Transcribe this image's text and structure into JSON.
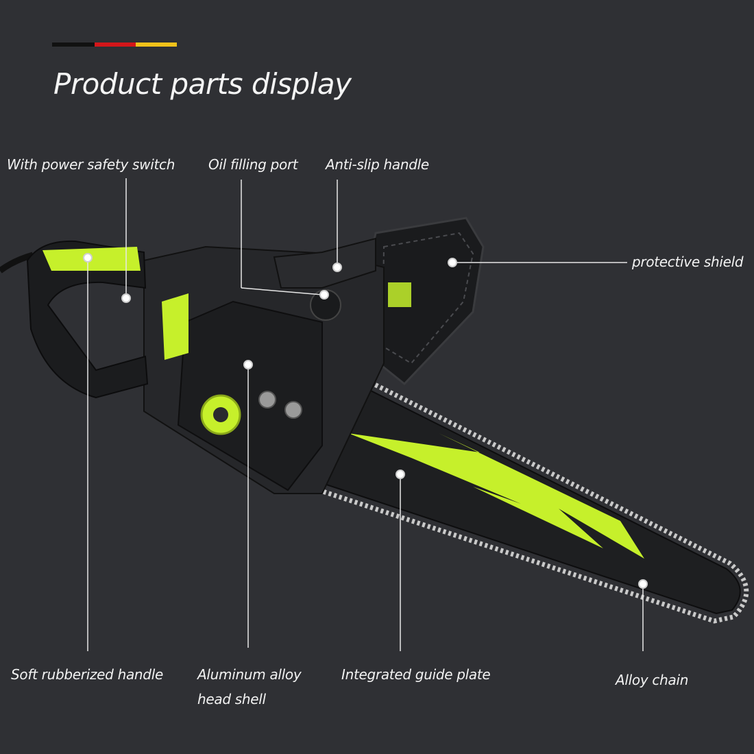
{
  "title": "Product parts display",
  "flag_colors": [
    "#111111",
    "#d4161a",
    "#f2c21a"
  ],
  "accent": "#c6f02b",
  "labels": {
    "power_switch": "With power safety switch",
    "oil_port": "Oil filling port",
    "anti_slip": "Anti-slip handle",
    "shield": "protective shield",
    "soft_handle": "Soft rubberized handle",
    "head_shell_1": "Aluminum alloy",
    "head_shell_2": "head shell",
    "guide_plate": "Integrated guide plate",
    "chain": "Alloy chain"
  },
  "icons": [
    "chainsaw-image",
    "callout-dot-icon"
  ]
}
